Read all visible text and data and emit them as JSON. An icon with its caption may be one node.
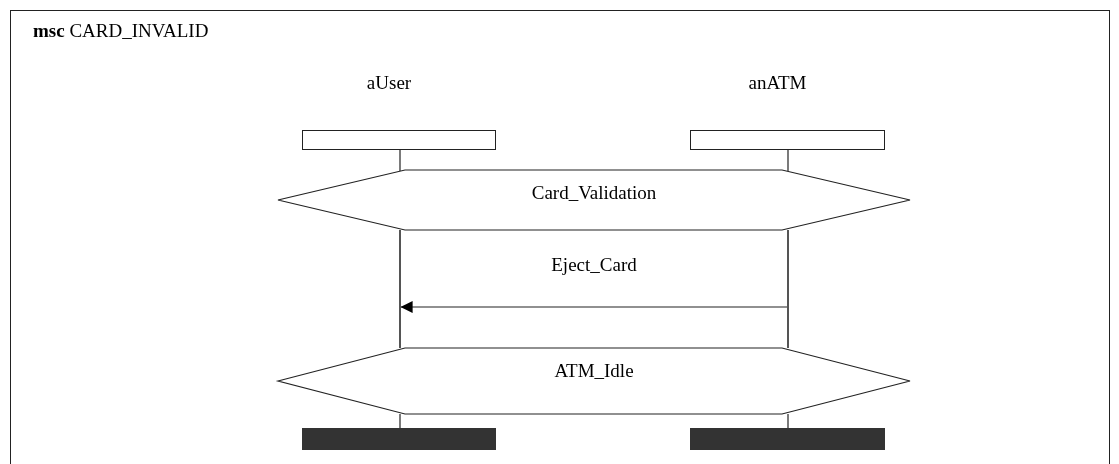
{
  "diagram": {
    "title": "**msc** CARD_INVALID",
    "nodes": [
      {
        "text": [
          "aUser"
        ]
      },
      {
        "text": [
          "anATM"
        ]
      },
      {
        "text": [
          "Card_Validation"
        ]
      },
      {
        "text": [],
        "shape": "line"
      },
      {
        "text": [],
        "shape": "line"
      },
      {
        "text": [
          "ATM_Idle"
        ]
      },
      {
        "text": [],
        "shape": "bar"
      },
      {
        "text": [],
        "shape": "bar"
      }
    ],
    "edges": [
      {
        "from": 0,
        "to": 2,
        "arrow": "none"
      },
      {
        "from": 1,
        "to": 2,
        "arrow": "none"
      },
      {
        "from": 4,
        "to": 3,
        "arrow": "to",
        "label": "Eject_Card"
      },
      {
        "from": 5,
        "to": 6,
        "arrow": "none"
      },
      {
        "from": 5,
        "to": 7,
        "arrow": "none"
      }
    ]
  }
}
